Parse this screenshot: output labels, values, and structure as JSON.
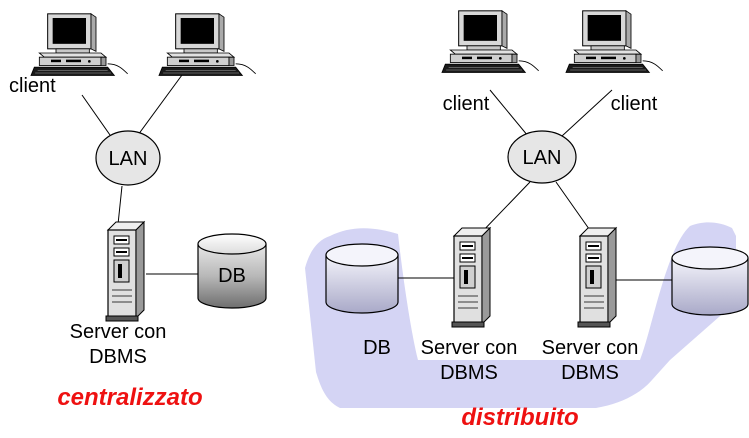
{
  "centralized": {
    "client_label_1": "client",
    "lan_label": "LAN",
    "db_label": "DB",
    "server_label_line1": "Server con",
    "server_label_line2": "DBMS",
    "caption": "centralizzato"
  },
  "distributed": {
    "client_label_1": "client",
    "client_label_2": "client",
    "lan_label": "LAN",
    "db_label": "DB",
    "server1_label_line1": "Server con",
    "server1_label_line2": "DBMS",
    "server2_label_line1": "Server con",
    "server2_label_line2": "DBMS",
    "caption": "distribuito"
  },
  "colors": {
    "caption": "#ee1111",
    "highlight": "#d4d4f4",
    "lan_fill": "#e6e6e6"
  }
}
